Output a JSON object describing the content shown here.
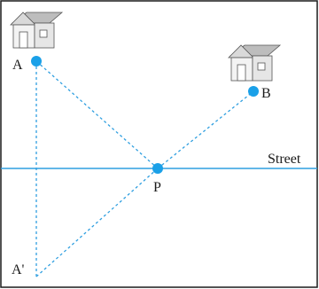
{
  "diagram": {
    "points": {
      "A": "A",
      "B": "B",
      "P": "P",
      "A_prime": "A'"
    },
    "street_label": "Street",
    "colors": {
      "frame": "#1a1a1a",
      "street_line": "#2f9fe0",
      "dashed_line": "#2f9fe0",
      "point_fill": "#1aa0e8",
      "house_body": "#f2f2f2",
      "house_roof": "#9a9a9a",
      "house_outline": "#555555"
    },
    "icons": [
      "house-icon",
      "house-icon"
    ]
  }
}
